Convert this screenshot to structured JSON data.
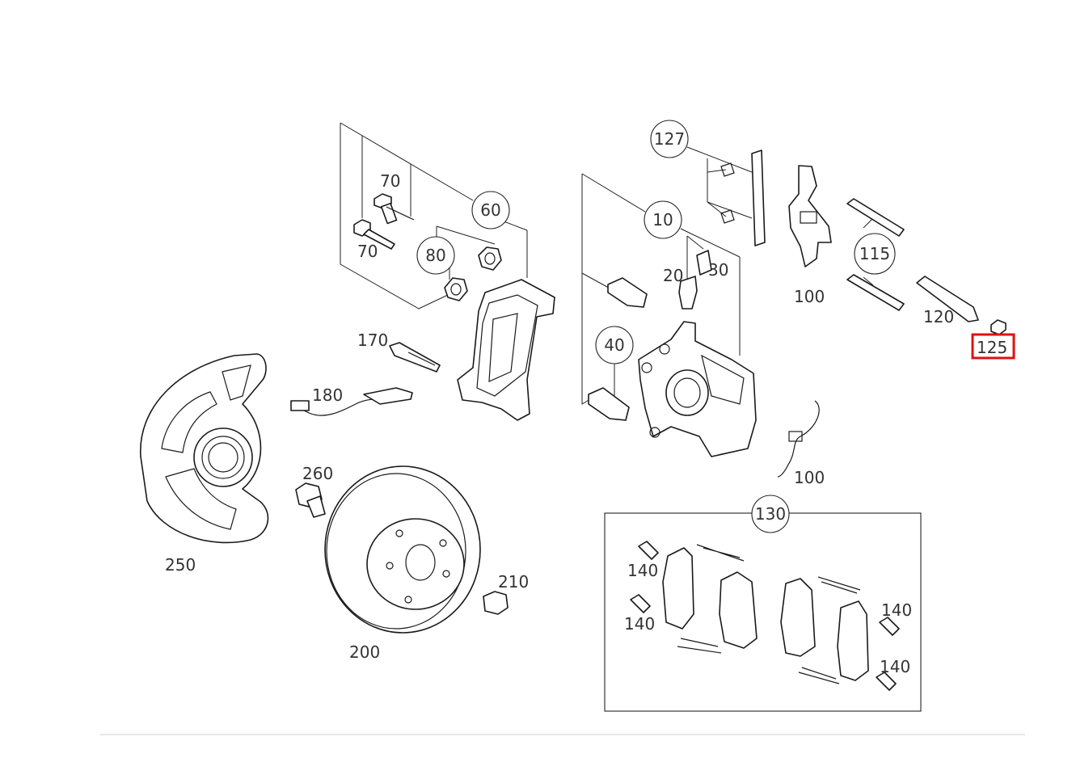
{
  "diagram": {
    "labels": {
      "p10": "10",
      "p20": "20",
      "p30": "30",
      "p40": "40",
      "p60": "60",
      "p70a": "70",
      "p70b": "70",
      "p80": "80",
      "p100a": "100",
      "p100b": "100",
      "p115": "115",
      "p120": "120",
      "p125": "125",
      "p127": "127",
      "p130": "130",
      "p140a": "140",
      "p140b": "140",
      "p140c": "140",
      "p140d": "140",
      "p170": "170",
      "p180": "180",
      "p200": "200",
      "p210": "210",
      "p250": "250",
      "p260": "260"
    },
    "highlighted_part": "125",
    "highlight_color": "#e01010"
  }
}
